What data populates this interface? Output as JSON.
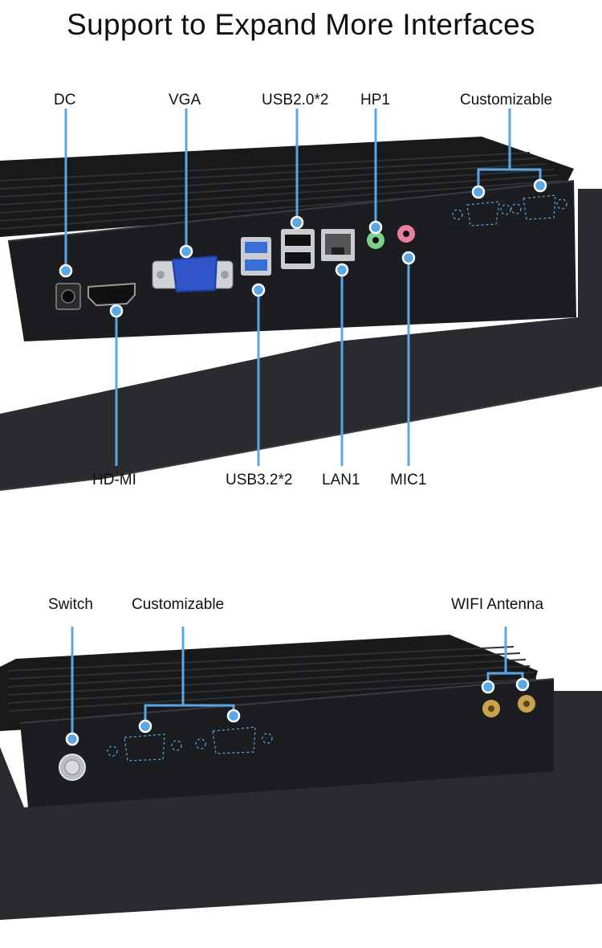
{
  "title": "Support to Expand More Interfaces",
  "panel1": {
    "labels": {
      "dc": "DC",
      "vga": "VGA",
      "usb20": "USB2.0*2",
      "hp1": "HP1",
      "customizable": "Customizable",
      "hdmi": "HD-MI",
      "usb32": "USB3.2*2",
      "lan1": "LAN1",
      "mic1": "MIC1"
    }
  },
  "panel2": {
    "labels": {
      "switch": "Switch",
      "customizable": "Customizable",
      "wifi": "WIFI Antenna"
    }
  },
  "colors": {
    "callout": "#5aa7e6",
    "chassis": "#1c1d20",
    "panel": "#2a2b2e",
    "vga_port": "#2f55c8",
    "usb3_port": "#3a6fd8",
    "hp_jack": "#7fd08a",
    "mic_jack": "#e87fa0"
  }
}
